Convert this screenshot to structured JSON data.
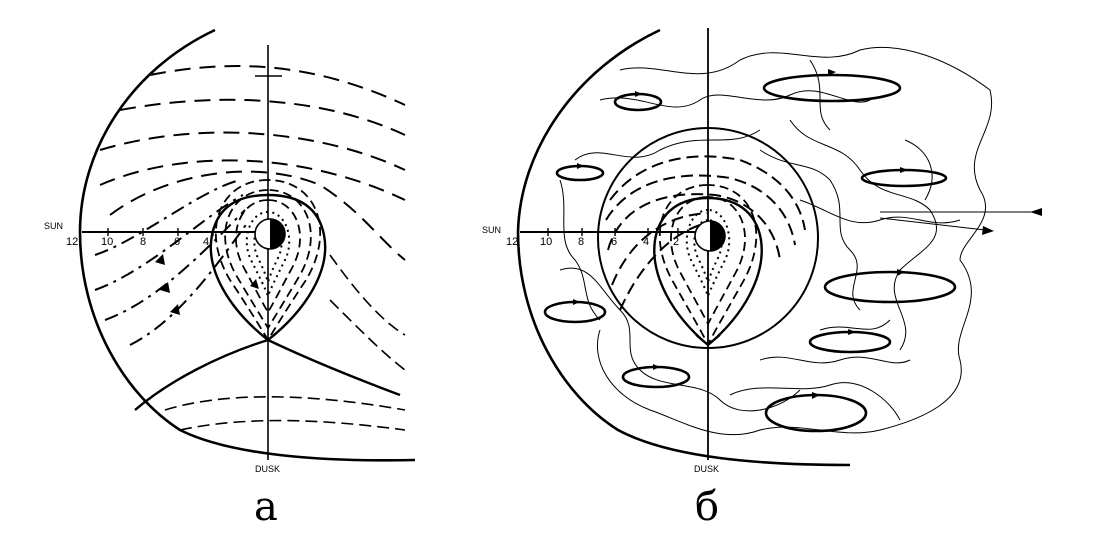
{
  "panels": [
    {
      "id": "a",
      "caption": "а",
      "sun_label": "SUN",
      "dusk_label": "DUSK",
      "ticks": [
        "12",
        "10",
        "8",
        "6",
        "4"
      ]
    },
    {
      "id": "b",
      "caption": "б",
      "sun_label": "SUN",
      "dusk_label": "DUSK",
      "ticks": [
        "12",
        "10",
        "8",
        "6",
        "4",
        "2"
      ]
    }
  ],
  "colors": {
    "ink": "#000000",
    "background": "#ffffff"
  }
}
